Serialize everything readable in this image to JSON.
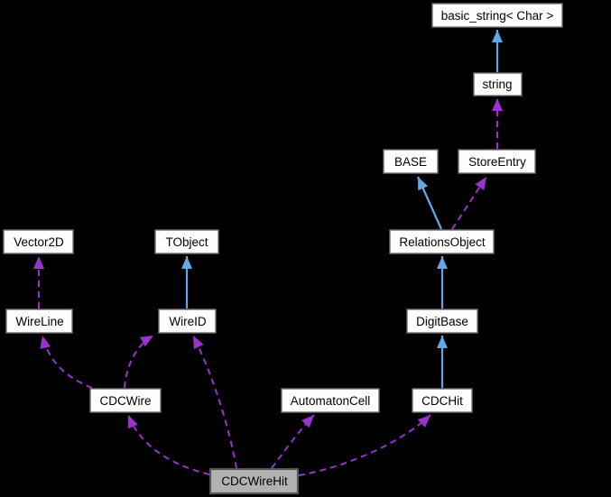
{
  "diagram": {
    "type": "collaboration-graph",
    "background": "#000000",
    "colors": {
      "inheritance_edge": "#63a7e8",
      "collaboration_edge": "#9a32cd",
      "node_fill": "#fefefe",
      "node_border": "#707070",
      "selected_node_fill": "#b2b2b2",
      "node_text": "#000000"
    },
    "nodes": [
      {
        "label": "basic_string< Char >",
        "selected": false
      },
      {
        "label": "string",
        "selected": false
      },
      {
        "label": "BASE",
        "selected": false
      },
      {
        "label": "StoreEntry",
        "selected": false
      },
      {
        "label": "RelationsObject",
        "selected": false
      },
      {
        "label": "DigitBase",
        "selected": false
      },
      {
        "label": "CDCHit",
        "selected": false
      },
      {
        "label": "Vector2D",
        "selected": false
      },
      {
        "label": "TObject",
        "selected": false
      },
      {
        "label": "WireLine",
        "selected": false
      },
      {
        "label": "WireID",
        "selected": false
      },
      {
        "label": "CDCWire",
        "selected": false
      },
      {
        "label": "AutomatonCell",
        "selected": false
      },
      {
        "label": "CDCWireHit",
        "selected": true
      }
    ],
    "edges": [
      {
        "from": "string",
        "to": "basic_string< Char >",
        "type": "inheritance"
      },
      {
        "from": "RelationsObject",
        "to": "BASE",
        "type": "inheritance"
      },
      {
        "from": "DigitBase",
        "to": "RelationsObject",
        "type": "inheritance"
      },
      {
        "from": "CDCHit",
        "to": "DigitBase",
        "type": "inheritance"
      },
      {
        "from": "WireID",
        "to": "TObject",
        "type": "inheritance"
      },
      {
        "from": "StoreEntry",
        "to": "string",
        "type": "collaboration"
      },
      {
        "from": "RelationsObject",
        "to": "StoreEntry",
        "type": "collaboration"
      },
      {
        "from": "WireLine",
        "to": "Vector2D",
        "type": "collaboration"
      },
      {
        "from": "CDCWire",
        "to": "WireLine",
        "type": "collaboration"
      },
      {
        "from": "CDCWire",
        "to": "WireID",
        "type": "collaboration"
      },
      {
        "from": "CDCWireHit",
        "to": "CDCWire",
        "type": "collaboration"
      },
      {
        "from": "CDCWireHit",
        "to": "WireID",
        "type": "collaboration"
      },
      {
        "from": "CDCWireHit",
        "to": "AutomatonCell",
        "type": "collaboration"
      },
      {
        "from": "CDCWireHit",
        "to": "CDCHit",
        "type": "collaboration"
      }
    ]
  }
}
